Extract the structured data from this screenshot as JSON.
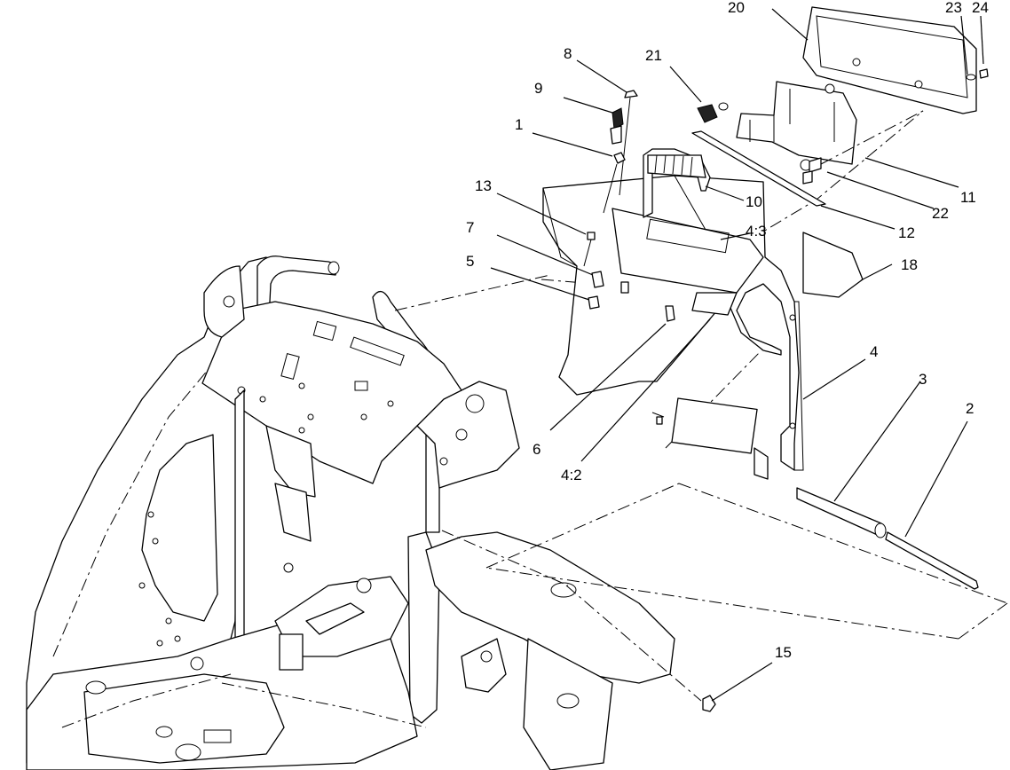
{
  "callouts": {
    "c1": "1",
    "c2": "2",
    "c3": "3",
    "c4": "4",
    "c4_2": "4:2",
    "c4_3": "4:3",
    "c5": "5",
    "c6": "6",
    "c7": "7",
    "c8": "8",
    "c9": "9",
    "c10": "10",
    "c11": "11",
    "c12": "12",
    "c13": "13",
    "c15": "15",
    "c18": "18",
    "c20": "20",
    "c21": "21",
    "c22": "22",
    "c23": "23",
    "c24": "24"
  }
}
